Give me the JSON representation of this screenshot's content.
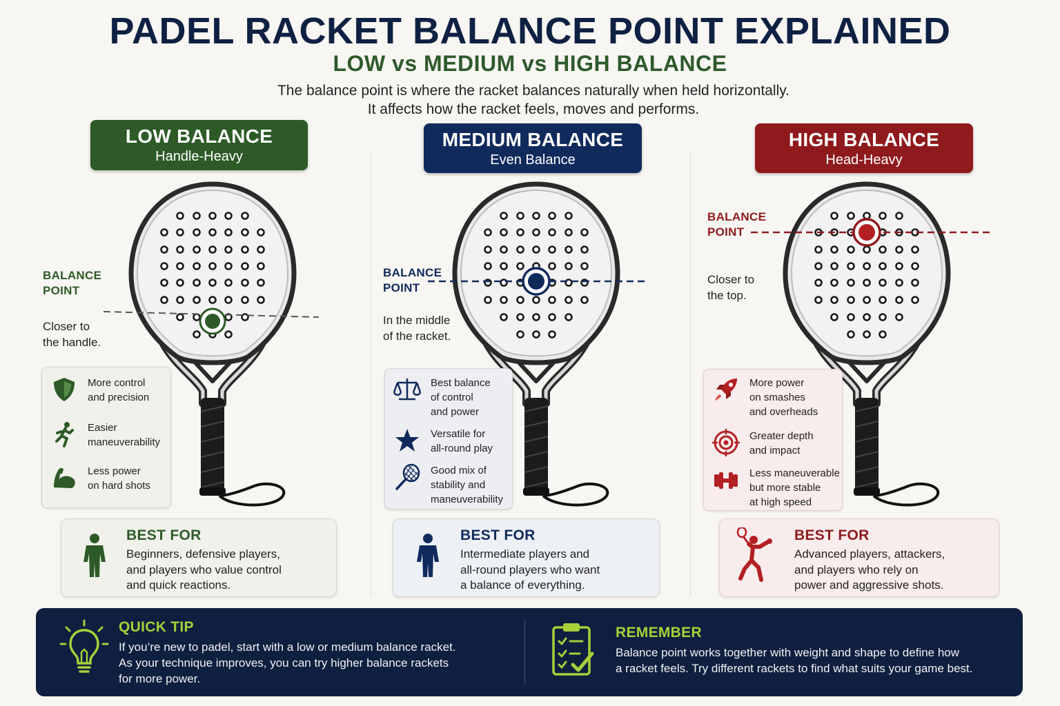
{
  "title": "PADEL RACKET BALANCE POINT EXPLAINED",
  "subtitle": "LOW vs MEDIUM vs HIGH BALANCE",
  "intro": [
    "The balance point is where the racket balances naturally when held horizontally.",
    "It affects how the racket feels, moves and performs."
  ],
  "colors": {
    "green": "#2d5a27",
    "navy": "#102a5c",
    "red": "#8f1a1d",
    "lime": "#a8cf3a"
  },
  "columns": [
    {
      "key": "low",
      "header": "LOW BALANCE",
      "subheader": "Handle-Heavy",
      "balance_label": [
        "BALANCE",
        "POINT"
      ],
      "note": [
        "Closer to",
        "the handle."
      ],
      "features": [
        {
          "icon": "shield-icon",
          "text": [
            "More control",
            "and precision"
          ]
        },
        {
          "icon": "running-person-icon",
          "text": [
            "Easier",
            "maneuverability"
          ]
        },
        {
          "icon": "flexed-arm-icon",
          "text": [
            "Less power",
            "on hard shots"
          ]
        }
      ],
      "best_for_title": "BEST FOR",
      "best_for_icon": "standing-person-icon",
      "best_for_text": [
        "Beginners, defensive players,",
        "and players who value control",
        "and quick reactions."
      ]
    },
    {
      "key": "medium",
      "header": "MEDIUM BALANCE",
      "subheader": "Even Balance",
      "balance_label": [
        "BALANCE",
        "POINT"
      ],
      "note": [
        "In the middle",
        "of the racket."
      ],
      "features": [
        {
          "icon": "scales-icon",
          "text": [
            "Best balance",
            "of control",
            "and power"
          ]
        },
        {
          "icon": "star-icon",
          "text": [
            "Versatile for",
            "all-round play"
          ]
        },
        {
          "icon": "racket-icon",
          "text": [
            "Good mix of",
            "stability and",
            "maneuverability"
          ]
        }
      ],
      "best_for_title": "BEST FOR",
      "best_for_icon": "standing-person-icon",
      "best_for_text": [
        "Intermediate players and",
        "all-round players who want",
        "a balance of everything."
      ]
    },
    {
      "key": "high",
      "header": "HIGH BALANCE",
      "subheader": "Head-Heavy",
      "balance_label": [
        "BALANCE",
        "POINT"
      ],
      "note": [
        "Closer to",
        "the top."
      ],
      "features": [
        {
          "icon": "rocket-icon",
          "text": [
            "More power",
            "on smashes",
            "and overheads"
          ]
        },
        {
          "icon": "target-icon",
          "text": [
            "Greater depth",
            "and impact"
          ]
        },
        {
          "icon": "dumbbell-icon",
          "text": [
            "Less maneuverable",
            "but more stable",
            "at high speed"
          ]
        }
      ],
      "best_for_title": "BEST FOR",
      "best_for_icon": "smashing-player-icon",
      "best_for_text": [
        "Advanced players, attackers,",
        "and players who rely on",
        "power and aggressive shots."
      ]
    }
  ],
  "footer": {
    "tip_title": "QUICK TIP",
    "tip_icon": "lightbulb-icon",
    "tip_text": [
      "If you’re new to padel, start with a low or medium balance racket.",
      "As your technique improves, you can try higher balance rackets",
      "for more power."
    ],
    "remember_title": "REMEMBER",
    "remember_icon": "clipboard-check-icon",
    "remember_text": [
      "Balance point works together with weight and shape to define how",
      "a racket feels. Try different rackets to find what suits your game best."
    ]
  }
}
